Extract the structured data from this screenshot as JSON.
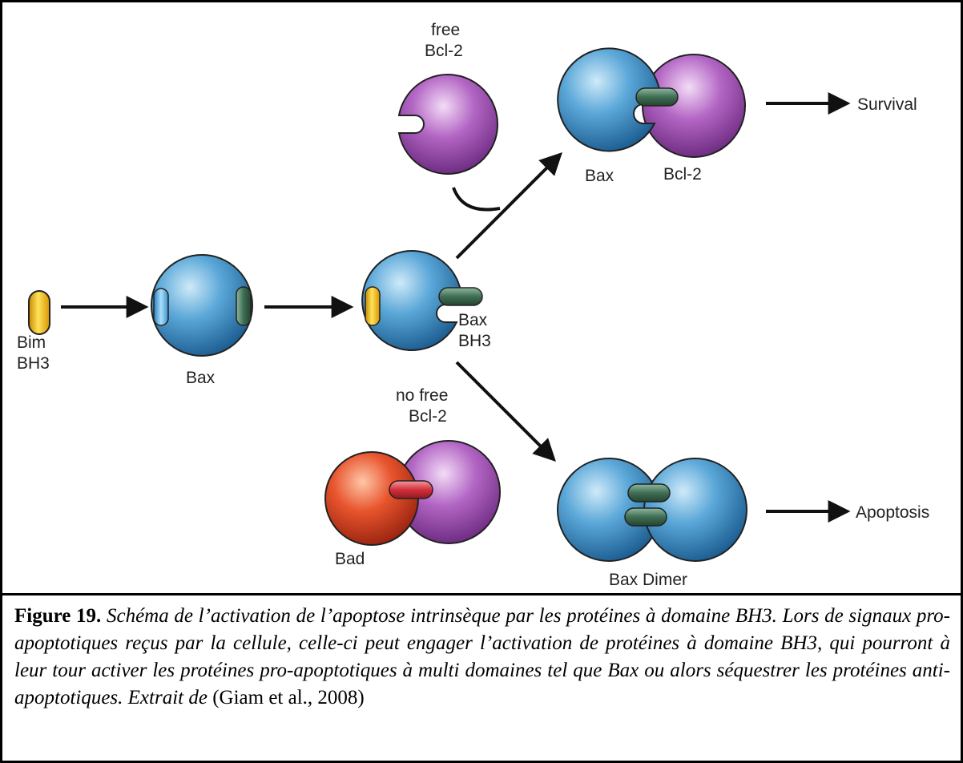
{
  "labels": {
    "free_bcl2_line1": "free",
    "free_bcl2_line2": "Bcl-2",
    "bim_line1": "Bim",
    "bim_line2": "BH3",
    "bax": "Bax",
    "bax_bh3_line1": "Bax",
    "bax_bh3_line2": "BH3",
    "complex_bax": "Bax",
    "complex_bcl2": "Bcl-2",
    "survival": "Survival",
    "no_free_line1": "no free",
    "no_free_line2": "Bcl-2",
    "bad": "Bad",
    "bax_dimer": "Bax Dimer",
    "apoptosis": "Apoptosis"
  },
  "caption": {
    "figure_label": "Figure 19.",
    "text": " Schéma de l’activation de l’apoptose intrinsèque par les protéines à domaine BH3. Lors de signaux pro-apoptotiques reçus par la cellule, celle-ci peut engager l’activation de protéines à domaine BH3, qui pourront à leur tour activer les protéines pro-apoptotiques à multi domaines tel que Bax ou alors séquestrer les protéines anti-apoptotiques. Extrait de ",
    "citation": "(Giam et al., 2008)"
  },
  "colors": {
    "bax_blue": "#3d8ec4",
    "bcl2_purple": "#a54fb7",
    "bad_red": "#e0452a",
    "bim_yellow": "#f2b705",
    "bh3_green": "#3f6e54",
    "pocket_blue": "#7ec8f0"
  }
}
